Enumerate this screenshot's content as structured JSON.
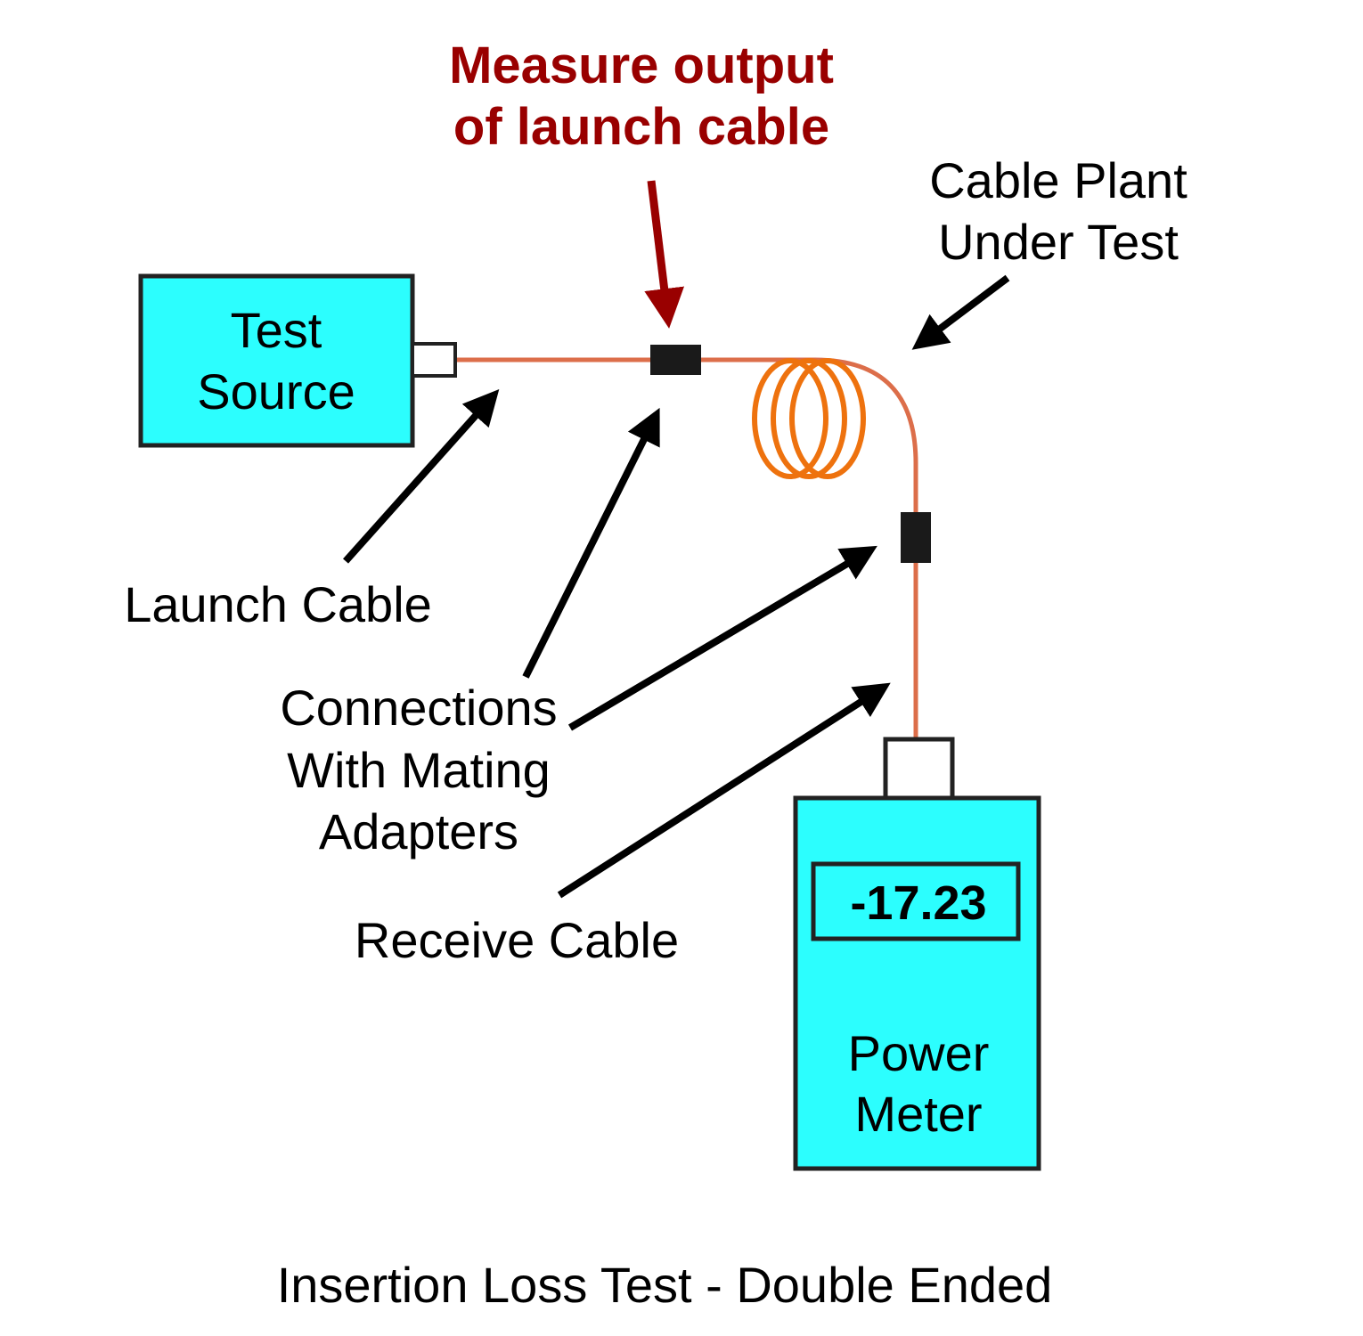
{
  "test_source": {
    "label_line1": "Test",
    "label_line2": "Source"
  },
  "power_meter": {
    "reading": "-17.23",
    "label_line1": "Power",
    "label_line2": "Meter"
  },
  "annotations": {
    "measure_line1": "Measure output",
    "measure_line2": "of launch cable",
    "cable_plant_line1": "Cable Plant",
    "cable_plant_line2": "Under Test",
    "launch_cable": "Launch Cable",
    "connections_line1": "Connections",
    "connections_line2": "With Mating",
    "connections_line3": "Adapters",
    "receive_cable": "Receive Cable"
  },
  "caption": "Insertion Loss Test - Double Ended",
  "colors": {
    "device_fill": "#2cfefe",
    "cable": "#dc6e4a",
    "coil": "#ee720e",
    "highlight": "#990000",
    "connector": "#1a1a1a",
    "outline": "#222222"
  }
}
